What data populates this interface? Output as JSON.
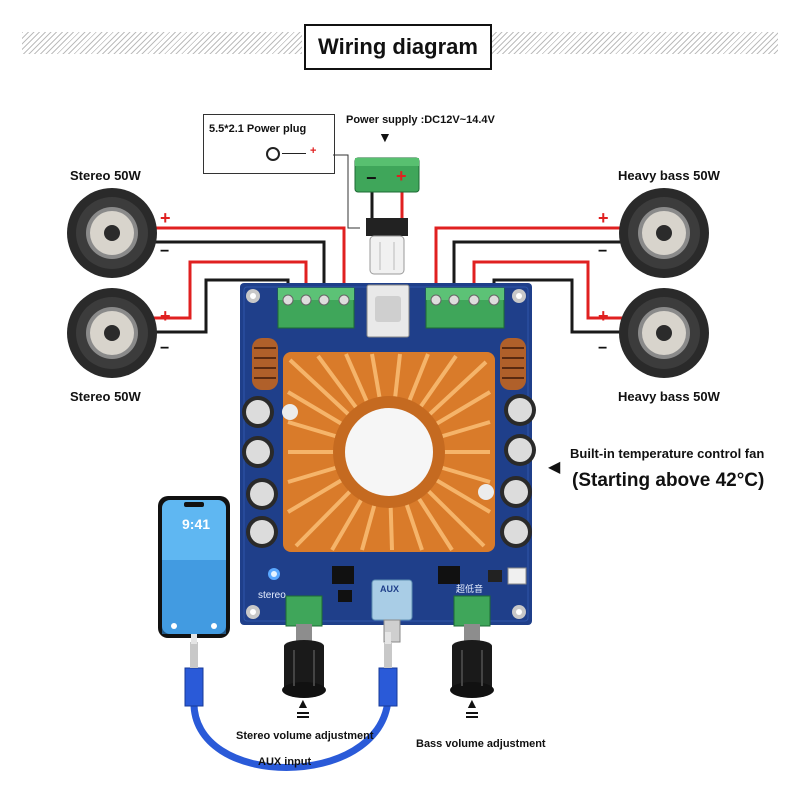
{
  "title": "Wiring diagram",
  "power_plug_label": "5.5*2.1 Power plug",
  "power_plug_polarity": "⊙ — +",
  "power_supply_label": "Power supply :DC12V~14.4V",
  "power_terminal_minus": "−",
  "power_terminal_plus": "+",
  "speakers": {
    "top_left": "Stereo 50W",
    "bottom_left": "Stereo 50W",
    "top_right": "Heavy bass 50W",
    "bottom_right": "Heavy bass 50W"
  },
  "polarity": {
    "plus": "+",
    "minus": "−"
  },
  "fan": {
    "line1": "Built-in temperature control fan",
    "line2": "(Starting above 42°C)"
  },
  "phone_time": "9:41",
  "board": {
    "stereo_silk": "stereo",
    "aux_silk": "AUX",
    "bass_silk": "超低音"
  },
  "labels": {
    "stereo_volume": "Stereo volume adjustment",
    "bass_volume": "Bass volume adjustment",
    "aux_input": "AUX input"
  },
  "colors": {
    "wire_red": "#e02020",
    "wire_black": "#1a1a1a",
    "board": "#1f3f8a",
    "terminal": "#3fa65a",
    "heatsink": "#e8913a",
    "cable": "#2a5ad8"
  }
}
